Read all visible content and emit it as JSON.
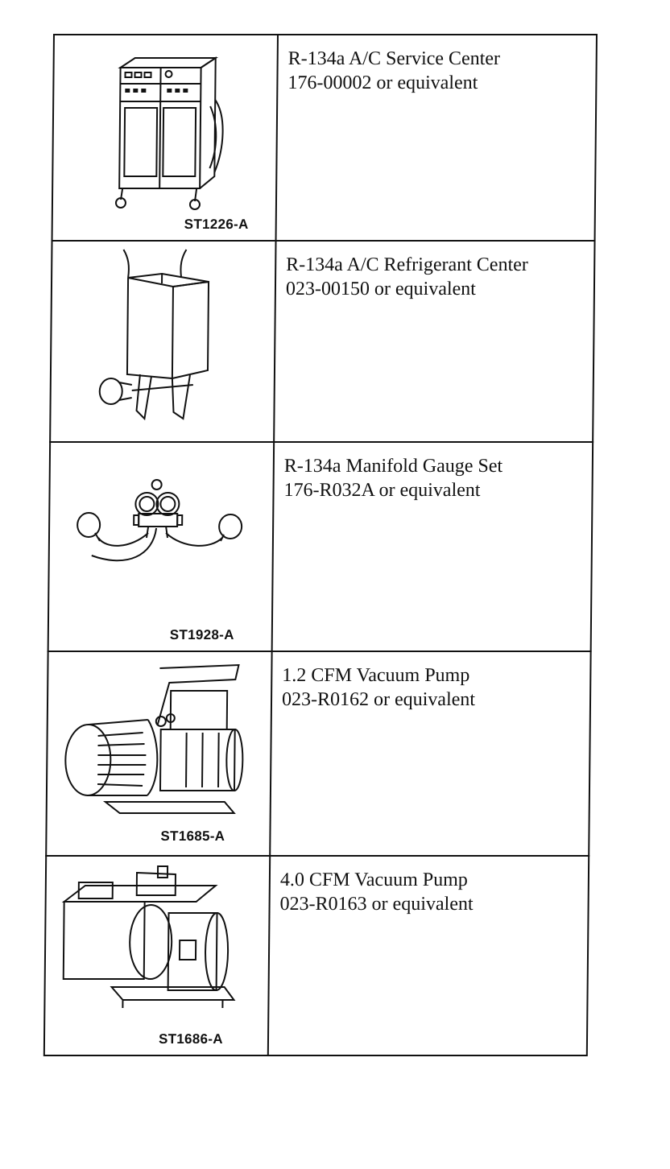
{
  "tools": [
    {
      "name": "R-134a A/C Service Center",
      "part": "176-00002 or equivalent",
      "figure": "ST1226-A",
      "icon": "service-center-icon"
    },
    {
      "name": "R-134a A/C Refrigerant Center",
      "part": "023-00150 or equivalent",
      "figure": "",
      "icon": "refrigerant-center-icon"
    },
    {
      "name": "R-134a Manifold Gauge Set",
      "part": "176-R032A or equivalent",
      "figure": "ST1928-A",
      "icon": "manifold-gauge-set-icon"
    },
    {
      "name": "1.2 CFM Vacuum Pump",
      "part": "023-R0162 or equivalent",
      "figure": "ST1685-A",
      "icon": "vacuum-pump-small-icon"
    },
    {
      "name": "4.0 CFM Vacuum Pump",
      "part": "023-R0163 or equivalent",
      "figure": "ST1686-A",
      "icon": "vacuum-pump-large-icon"
    }
  ]
}
